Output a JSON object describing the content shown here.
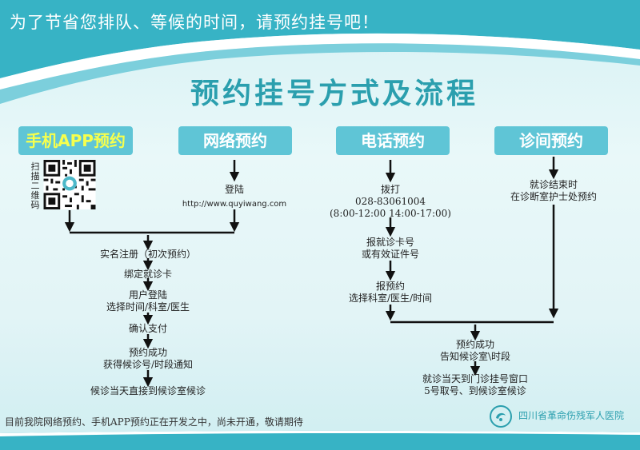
{
  "banner": "为了节省您排队、等候的时间，请预约挂号吧！",
  "title": "预约挂号方式及流程",
  "methods": {
    "app": "手机APP预约",
    "web": "网络预约",
    "phone": "电话预约",
    "clinic": "诊间预约"
  },
  "app_flow": {
    "scan_label": "扫描二维码",
    "steps": [
      "实名注册（初次预约）",
      "绑定就诊卡",
      "用户登陆\n选择时间/科室/医生",
      "确认支付",
      "预约成功\n获得候诊号/时段通知",
      "候诊当天直接到候诊室候诊"
    ]
  },
  "web_flow": {
    "login": "登陆",
    "url": "http://www.quyiwang.com"
  },
  "phone_flow": {
    "steps": [
      "拨打\n028-83061004\n(8:00-12:00 14:00-17:00)",
      "报就诊卡号\n或有效证件号",
      "报预约\n选择科室/医生/时间",
      "预约成功\n告知候诊室\\时段",
      "就诊当天到门诊挂号窗口\n5号取号、到候诊室候诊"
    ]
  },
  "clinic_flow": {
    "step": "就诊结束时\n在诊断室护士处预约"
  },
  "footer": {
    "note": "目前我院网络预约、手机APP预约正在开发之中，尚未开通，敬请期待",
    "hospital": "四川省革命伤残军人医院"
  },
  "colors": {
    "accent": "#5fc5d6",
    "title": "#2b9fae",
    "header": "#37b3c5",
    "app_label": "#f6ff4d"
  }
}
